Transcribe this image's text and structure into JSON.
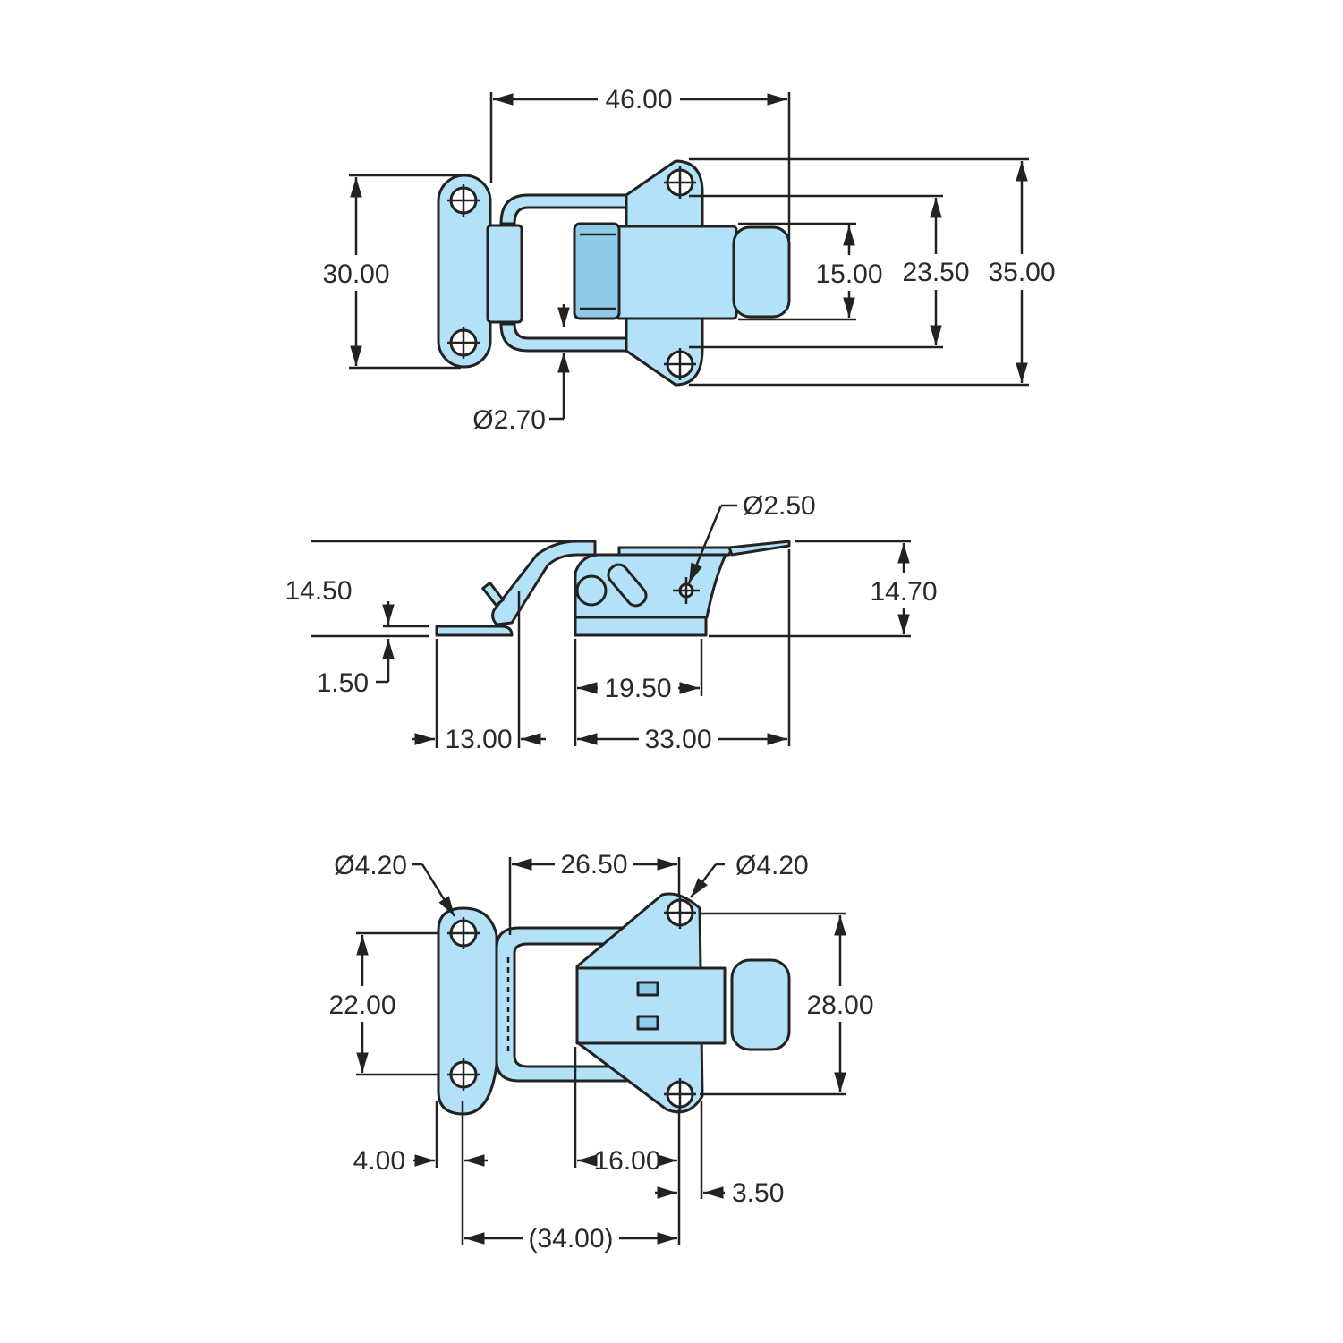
{
  "views": {
    "top": {
      "dims": {
        "overall_width": "46.00",
        "plate_height": "30.00",
        "catch_width": "15.00",
        "hole_spacing_inner": "23.50",
        "body_height": "35.00",
        "wire_diameter": "Ø2.70"
      }
    },
    "side": {
      "dims": {
        "pin_diameter": "Ø2.50",
        "keeper_height": "14.50",
        "body_height": "14.70",
        "thickness": "1.50",
        "pivot_length": "19.50",
        "keeper_length": "13.00",
        "body_length": "33.00"
      }
    },
    "bottom": {
      "dims": {
        "keeper_hole": "Ø4.20",
        "wire_span": "26.50",
        "body_hole": "Ø4.20",
        "keeper_hole_spacing": "22.00",
        "body_hole_spacing": "28.00",
        "keeper_edge": "4.00",
        "body_offset": "16.00",
        "body_edge": "3.50",
        "hole_to_hole": "(34.00)"
      }
    }
  },
  "colors": {
    "part_fill": "#b3e1f7",
    "outline": "#222222",
    "background": "#ffffff"
  }
}
